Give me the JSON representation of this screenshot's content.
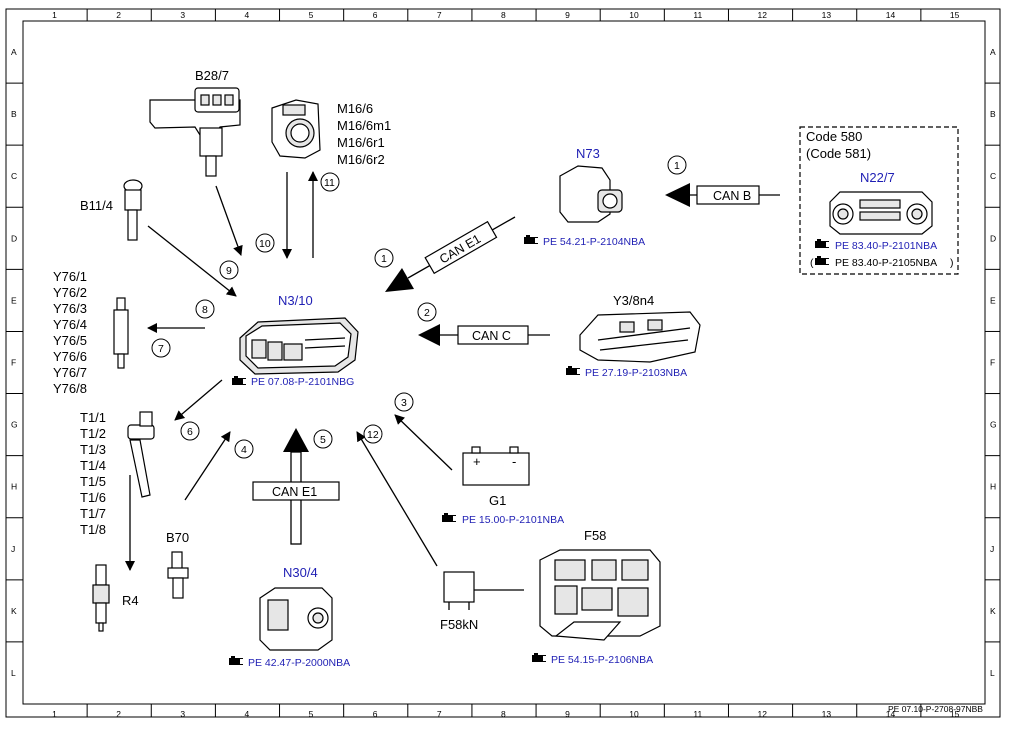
{
  "grid": {
    "columns": [
      "1",
      "2",
      "3",
      "4",
      "5",
      "6",
      "7",
      "8",
      "9",
      "10",
      "11",
      "12",
      "13",
      "14",
      "15"
    ],
    "rows": [
      "A",
      "B",
      "C",
      "D",
      "E",
      "F",
      "G",
      "H",
      "J",
      "K",
      "L"
    ]
  },
  "center": {
    "label": "N3/10",
    "ref": "PE 07.08-P-2101NBG"
  },
  "components": {
    "b28_7": {
      "label": "B28/7"
    },
    "m16_6": {
      "labels": [
        "M16/6",
        "M16/6m1",
        "M16/6r1",
        "M16/6r2"
      ]
    },
    "b11_4": {
      "label": "B11/4"
    },
    "y76": {
      "labels": [
        "Y76/1",
        "Y76/2",
        "Y76/3",
        "Y76/4",
        "Y76/5",
        "Y76/6",
        "Y76/7",
        "Y76/8"
      ]
    },
    "t1": {
      "labels": [
        "T1/1",
        "T1/2",
        "T1/3",
        "T1/4",
        "T1/5",
        "T1/6",
        "T1/7",
        "T1/8"
      ]
    },
    "r4": {
      "label": "R4"
    },
    "b70": {
      "label": "B70"
    },
    "n30_4": {
      "label": "N30/4",
      "ref": "PE 42.47-P-2000NBA"
    },
    "n73": {
      "label": "N73",
      "ref": "PE 54.21-P-2104NBA"
    },
    "y3_8n4": {
      "label": "Y3/8n4",
      "ref": "PE 27.19-P-2103NBA"
    },
    "g1": {
      "label": "G1",
      "ref": "PE 15.00-P-2101NBA",
      "plus": "+",
      "minus": "-"
    },
    "f58": {
      "label": "F58",
      "ref": "PE 54.15-P-2106NBA"
    },
    "f58kn": {
      "label": "F58kN"
    },
    "n22_7": {
      "label": "N22/7",
      "code1": "Code 580",
      "code2": "(Code 581)",
      "ref1": "PE 83.40-P-2101NBA",
      "ref2": "PE 83.40-P-2105NBA",
      "paren_open": "(",
      "paren_close": ")"
    }
  },
  "buses": {
    "can_b": "CAN B",
    "can_e1_diag": "CAN E1",
    "can_c": "CAN C",
    "can_e1": "CAN E1"
  },
  "numbers": [
    "1",
    "1",
    "2",
    "3",
    "4",
    "5",
    "6",
    "7",
    "8",
    "9",
    "10",
    "11",
    "12"
  ],
  "doc_id": "PE 07.10-P-2708-97NBB"
}
